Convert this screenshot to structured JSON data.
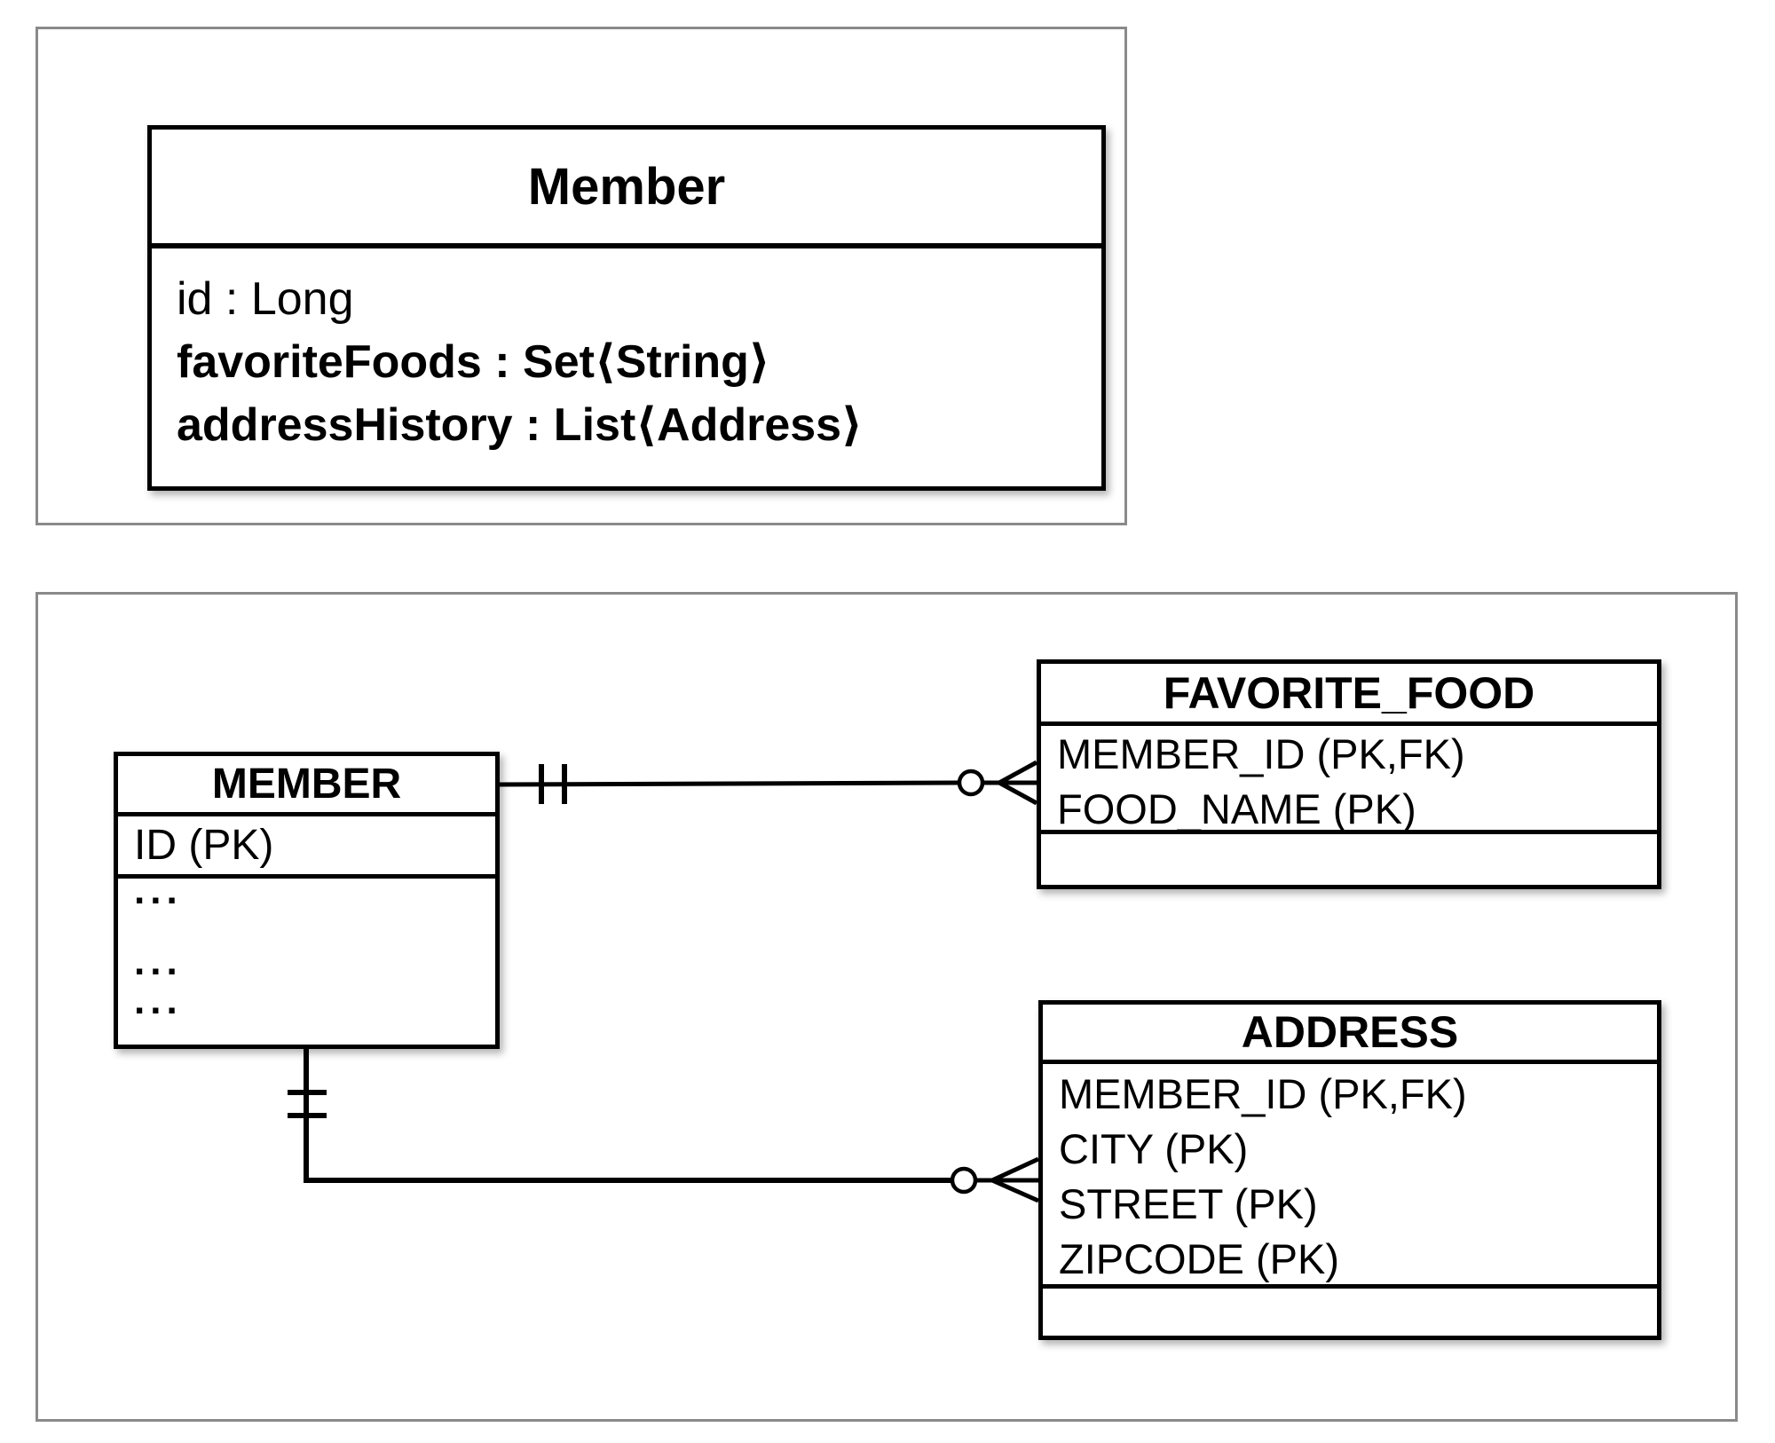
{
  "colors": {
    "line_black": "#000000",
    "panel_border_gray": "#8a8a8a",
    "background": "#ffffff"
  },
  "object_model": {
    "class_title": "Member",
    "attributes": [
      "id : Long",
      "favoriteFoods : Set⟨String⟩",
      "addressHistory : List⟨Address⟩"
    ]
  },
  "relational_model": {
    "member": {
      "title": "MEMBER",
      "pk_row": "ID (PK)",
      "ellipsis_rows": [
        "...",
        "...",
        "..."
      ]
    },
    "favorite_food": {
      "title": "FAVORITE_FOOD",
      "columns": [
        "MEMBER_ID (PK,FK)",
        "FOOD_NAME (PK)"
      ]
    },
    "address": {
      "title": "ADDRESS",
      "columns": [
        "MEMBER_ID (PK,FK)",
        "CITY (PK)",
        "STREET (PK)",
        "ZIPCODE (PK)"
      ]
    }
  },
  "relationships": [
    {
      "from": "MEMBER",
      "to": "FAVORITE_FOOD",
      "from_cardinality": "one-and-only-one",
      "to_cardinality": "zero-or-many"
    },
    {
      "from": "MEMBER",
      "to": "ADDRESS",
      "from_cardinality": "one-and-only-one",
      "to_cardinality": "zero-or-many"
    }
  ]
}
